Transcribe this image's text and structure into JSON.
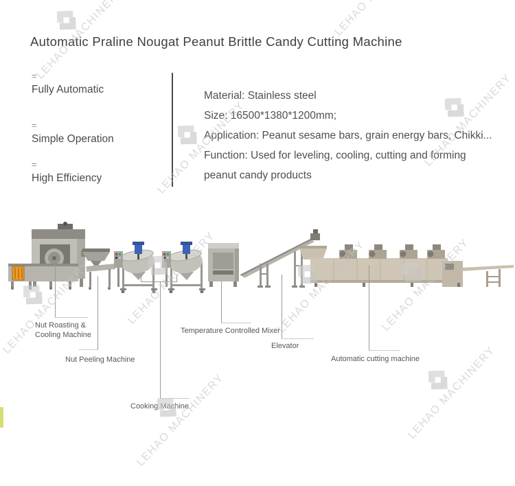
{
  "title": "Automatic Praline Nougat Peanut Brittle Candy Cutting Machine",
  "features": [
    {
      "bullet": "=",
      "label": "Fully Automatic"
    },
    {
      "bullet": "=",
      "label": "Simple Operation"
    },
    {
      "bullet": "=",
      "label": "High Efficiency"
    }
  ],
  "specs": {
    "material": "Material: Stainless steel",
    "size": "Size: 16500*1380*1200mm;",
    "application": "Application: Peanut sesame bars, grain energy bars, Chikki...",
    "function_line1": "Function: Used for leveling, cooling, cutting and forming",
    "function_line2": "peanut candy products"
  },
  "diagram_labels": {
    "nut_roasting_line1": "Nut Roasting &",
    "nut_roasting_line2": "Cooling Machine",
    "nut_peeling": "Nut Peeling Machine",
    "cooking": "Cooking Machine",
    "mixer": "Temperature Controlled Mixer",
    "elevator": "Elevator",
    "cutting": "Automatic cutting machine"
  },
  "watermark": {
    "text": "LEHAO MACHINERY"
  },
  "colors": {
    "accent_orange": "#ef9c28",
    "motor_blue": "#3f63b5",
    "watermark_gray": "#c3c3c3",
    "divider_gray": "#4a4a4a",
    "side_strip_yellow": "#d6de74"
  }
}
